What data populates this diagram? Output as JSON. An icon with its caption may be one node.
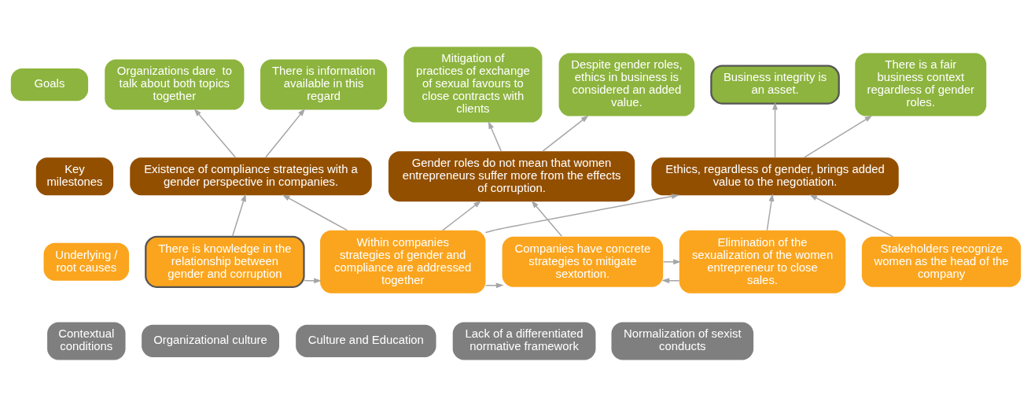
{
  "diagram": {
    "nodes": [
      {
        "text": [
          "Goals"
        ]
      },
      {
        "text": [
          "Key milestones"
        ]
      },
      {
        "text": [
          "Underlying / root causes"
        ]
      },
      {
        "text": [
          "Contextual conditions"
        ]
      },
      {
        "text": [
          "Organizations dare  to talk about both topics together"
        ]
      },
      {
        "text": [
          "There is information available in this regard"
        ]
      },
      {
        "text": [
          "Mitigation of practices of exchange of sexual favours to close contracts with clients"
        ]
      },
      {
        "text": [
          "Despite gender roles, ethics in business is considered an added value."
        ]
      },
      {
        "text": [
          "Business integrity is an asset."
        ]
      },
      {
        "text": [
          "There is a fair business context regardless of gender roles."
        ]
      },
      {
        "text": [
          "Existence of compliance strategies with a gender perspective in companies."
        ]
      },
      {
        "text": [
          "Gender roles do not mean that women entrepreneurs suffer more from the effects of corruption."
        ]
      },
      {
        "text": [
          "Ethics, regardless of gender, brings added value to the negotiation."
        ]
      },
      {
        "text": [
          "There is knowledge in the relationship between gender and corruption"
        ]
      },
      {
        "text": [
          "Within companies strategies of gender and compliance are addressed  together"
        ]
      },
      {
        "text": [
          "Companies have concrete strategies to mitigate sextortion."
        ]
      },
      {
        "text": [
          "Elimination of the sexualization of the women entrepreneur to close sales."
        ]
      },
      {
        "text": [
          "Stakeholders recognize women as the head of the company"
        ]
      },
      {
        "text": [
          "Organizational culture"
        ]
      },
      {
        "text": [
          "Culture and Education"
        ]
      },
      {
        "text": [
          "Lack of a differentiated normative framework"
        ]
      },
      {
        "text": [
          "Normalization of sexist conducts"
        ]
      }
    ],
    "edges": [
      {
        "from": 10,
        "to": 4,
        "arrow": "to"
      },
      {
        "from": 10,
        "to": 5,
        "arrow": "to"
      },
      {
        "from": 11,
        "to": 6,
        "arrow": "to"
      },
      {
        "from": 11,
        "to": 7,
        "arrow": "to"
      },
      {
        "from": 12,
        "to": 8,
        "arrow": "to"
      },
      {
        "from": 12,
        "to": 9,
        "arrow": "to"
      },
      {
        "from": 13,
        "to": 10,
        "arrow": "to"
      },
      {
        "from": 14,
        "to": 10,
        "arrow": "to"
      },
      {
        "from": 14,
        "to": 11,
        "arrow": "to"
      },
      {
        "from": 15,
        "to": 11,
        "arrow": "to"
      },
      {
        "from": 14,
        "to": 12,
        "arrow": "to"
      },
      {
        "from": 16,
        "to": 12,
        "arrow": "to"
      },
      {
        "from": 17,
        "to": 12,
        "arrow": "to"
      },
      {
        "from": 13,
        "to": 14,
        "arrow": "to"
      },
      {
        "from": 14,
        "to": 15,
        "arrow": "to"
      },
      {
        "from": 15,
        "to": 16,
        "arrow": "to"
      },
      {
        "from": 16,
        "to": 15,
        "arrow": "to"
      }
    ]
  }
}
